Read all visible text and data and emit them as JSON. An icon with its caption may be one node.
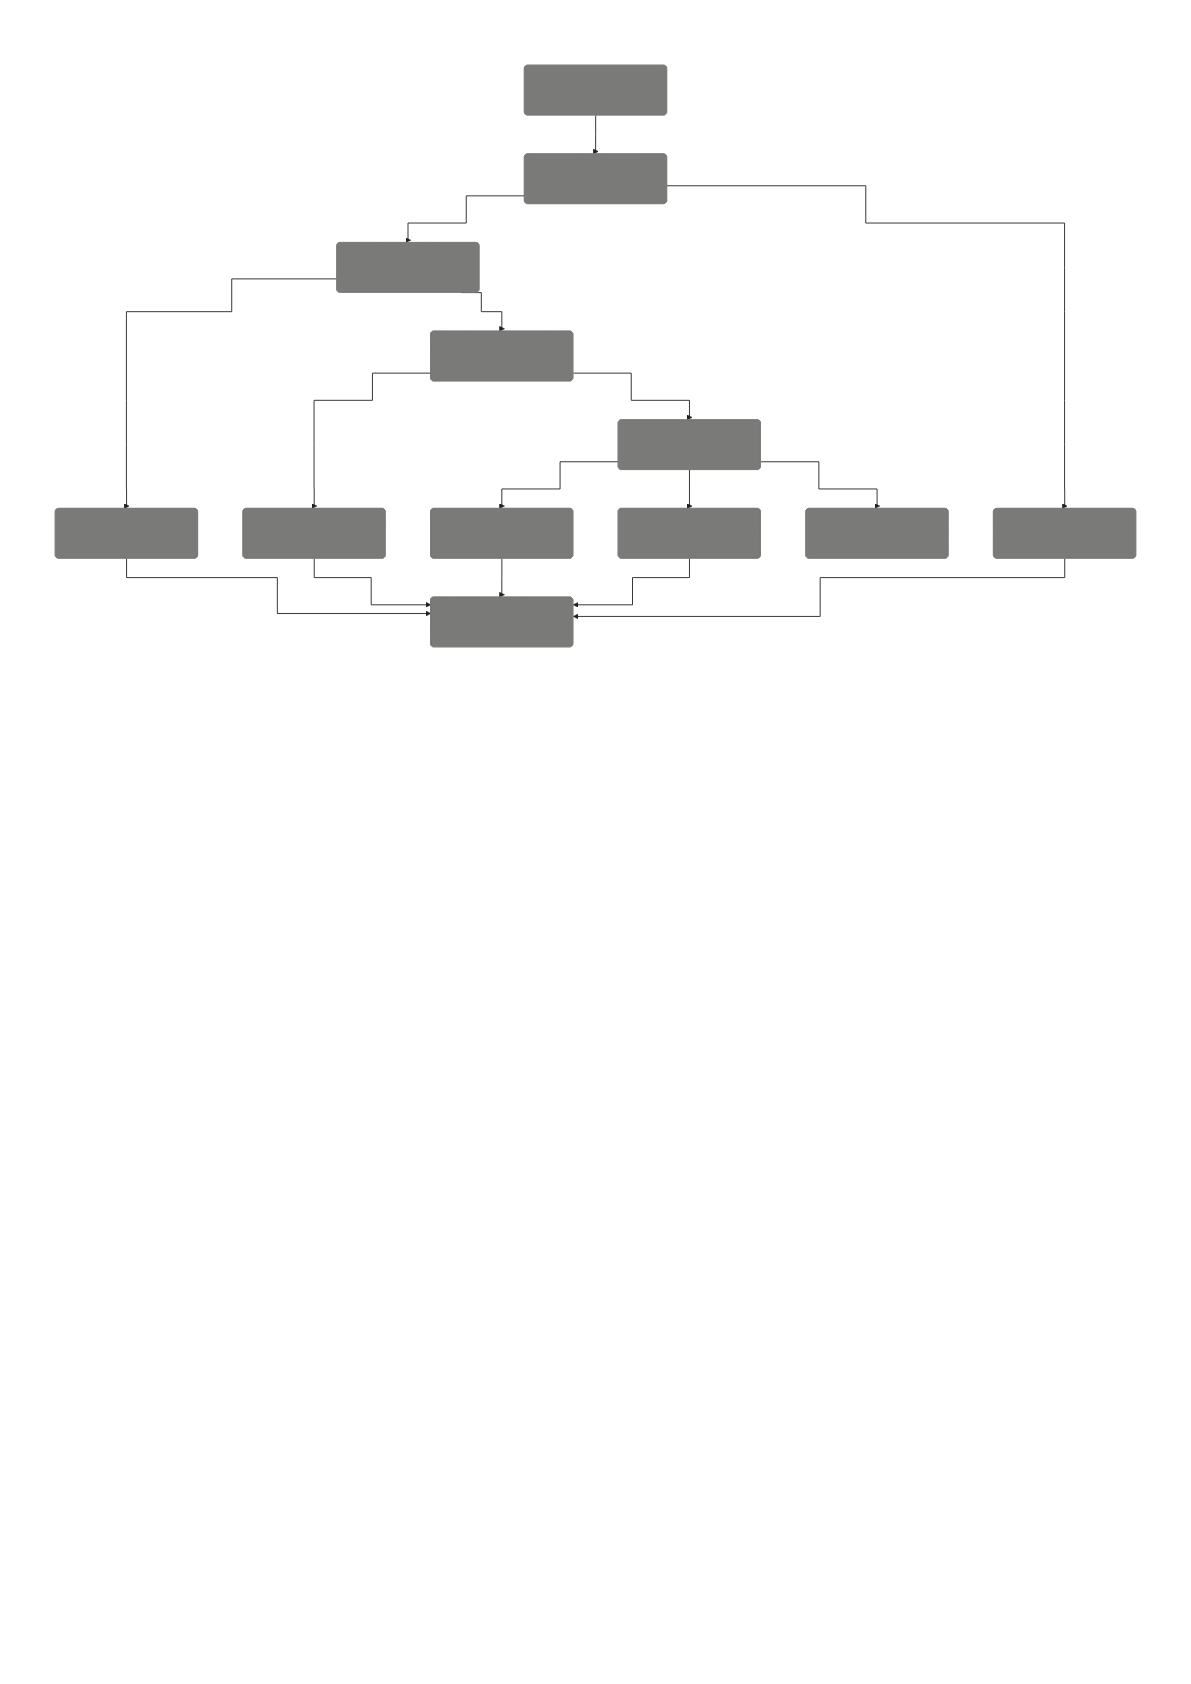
{
  "diagram": {
    "nodes": [
      {
        "text": [],
        "shape": "box"
      },
      {
        "text": [],
        "shape": "box"
      },
      {
        "text": [],
        "shape": "box"
      },
      {
        "text": [],
        "shape": "box"
      },
      {
        "text": [],
        "shape": "box"
      },
      {
        "text": [],
        "shape": "box"
      },
      {
        "text": [],
        "shape": "box"
      },
      {
        "text": [],
        "shape": "box"
      },
      {
        "text": [],
        "shape": "box"
      },
      {
        "text": [],
        "shape": "box"
      },
      {
        "text": [],
        "shape": "box"
      },
      {
        "text": [],
        "shape": "box"
      }
    ],
    "edges": [
      {
        "from": 0,
        "to": 1,
        "arrow": "to"
      },
      {
        "from": 1,
        "to": 2,
        "arrow": "to"
      },
      {
        "from": 1,
        "to": 4,
        "arrow": "to"
      },
      {
        "from": 2,
        "to": 3,
        "arrow": "to"
      },
      {
        "from": 2,
        "to": 5,
        "arrow": "to"
      },
      {
        "from": 3,
        "to": 11,
        "arrow": "to"
      },
      {
        "from": 4,
        "to": 11,
        "arrow": "to"
      },
      {
        "from": 5,
        "to": 6,
        "arrow": "to"
      },
      {
        "from": 5,
        "to": 7,
        "arrow": "to"
      },
      {
        "from": 6,
        "to": 11,
        "arrow": "to"
      },
      {
        "from": 7,
        "to": 8,
        "arrow": "to"
      },
      {
        "from": 7,
        "to": 9,
        "arrow": "to"
      },
      {
        "from": 7,
        "to": 10,
        "arrow": "to"
      },
      {
        "from": 8,
        "to": 11,
        "arrow": "to"
      },
      {
        "from": 9,
        "to": 11,
        "arrow": "to"
      }
    ]
  }
}
